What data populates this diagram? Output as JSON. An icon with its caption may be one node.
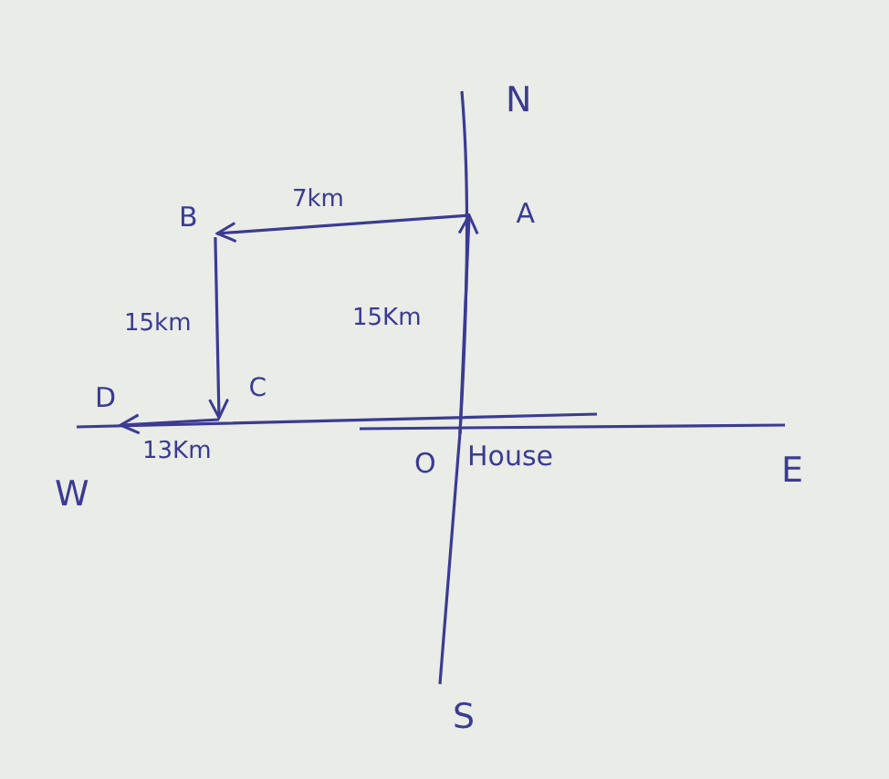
{
  "diagram": {
    "nodes": [
      {
        "text": [
          "B"
        ]
      },
      {
        "text": [
          "A"
        ]
      },
      {
        "text": [
          "C"
        ]
      },
      {
        "text": [
          "D"
        ]
      },
      {
        "text": [
          "O"
        ],
        "beside": [
          "House"
        ]
      }
    ],
    "edges": [
      {
        "from": 4,
        "to": 1,
        "arrow": "to",
        "label": "15Km"
      },
      {
        "from": 1,
        "to": 0,
        "arrow": "to",
        "label": "7km"
      },
      {
        "from": 0,
        "to": 2,
        "arrow": "to",
        "label": "15km"
      },
      {
        "from": 2,
        "to": 3,
        "arrow": "to",
        "label": "13Km"
      }
    ],
    "labels": [
      "N",
      "W",
      "E",
      "S"
    ]
  }
}
